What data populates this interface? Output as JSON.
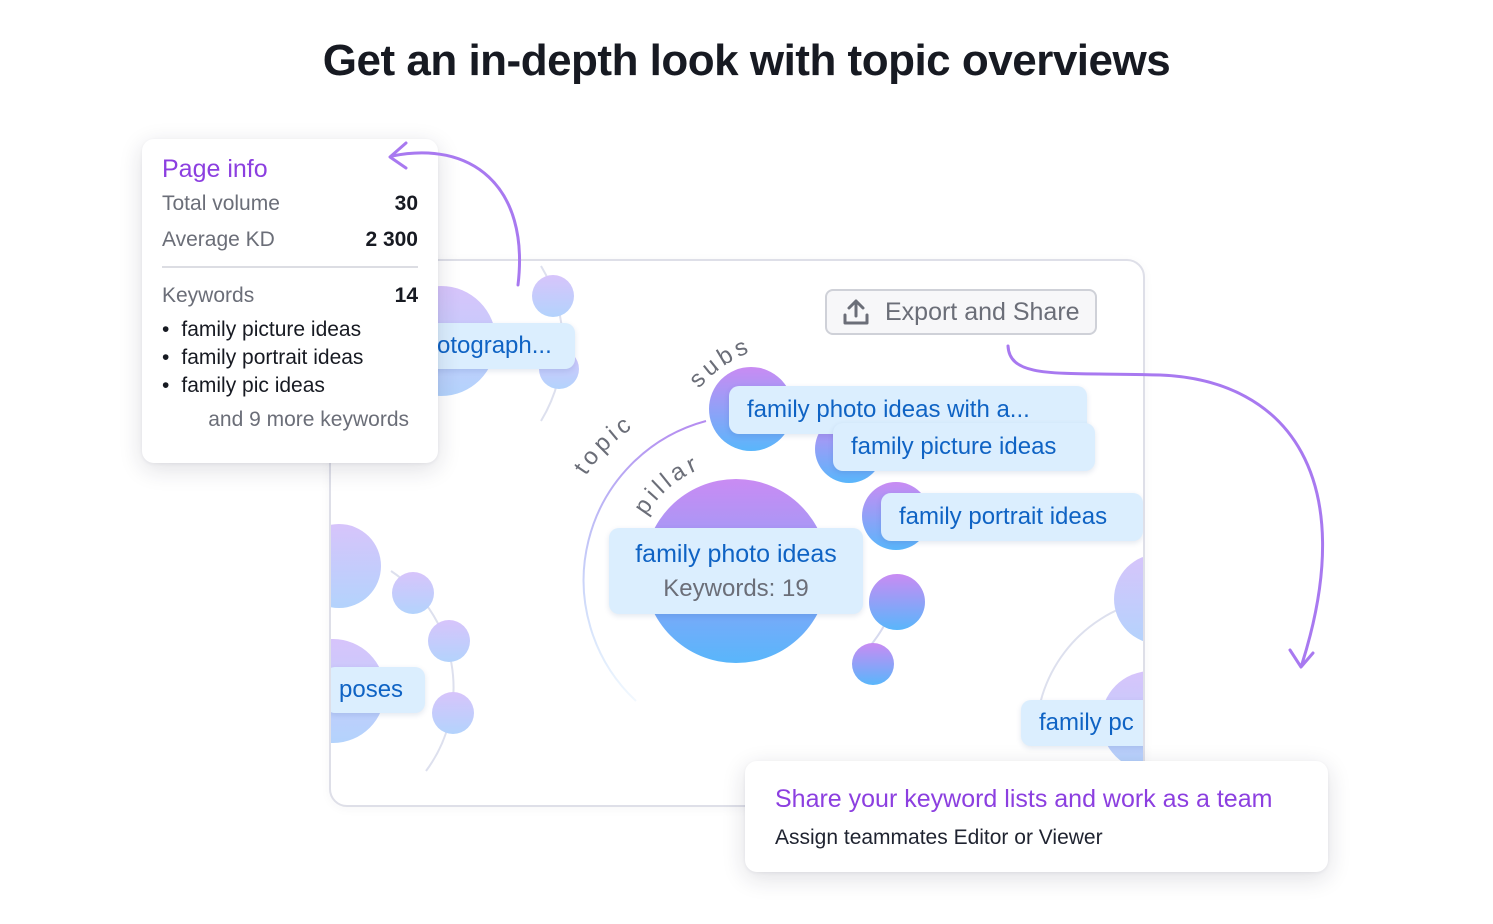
{
  "headline": "Get an in-depth look with topic overviews",
  "colors": {
    "accent_purple": "#8c3fe0",
    "link_blue": "#0f63c4",
    "label_bg": "#dbeefe",
    "bubble_gradient_top": "#c58bf2",
    "bubble_gradient_bottom": "#5ab4fb"
  },
  "map": {
    "export_button": {
      "label": "Export and Share",
      "icon": "upload-icon"
    },
    "arc_labels": {
      "topic": "topic",
      "subs": "subs",
      "pillar": "pillar"
    },
    "pillar": {
      "title": "family photo ideas",
      "keywords": "Keywords: 19"
    },
    "nodes": [
      {
        "label": "family photo ideas with a..."
      },
      {
        "label": "family picture ideas"
      },
      {
        "label": "family portrait ideas"
      },
      {
        "label": "otograph..."
      },
      {
        "label": "poses"
      },
      {
        "label": "family pc"
      }
    ]
  },
  "page_info": {
    "title": "Page info",
    "rows": [
      {
        "label": "Total volume",
        "value": "30"
      },
      {
        "label": "Average KD",
        "value": "2 300"
      }
    ],
    "keywords_label": "Keywords",
    "keywords_count": "14",
    "keywords": [
      "family picture ideas",
      "family portrait ideas",
      "family pic ideas"
    ],
    "more": "and 9 more keywords"
  },
  "share": {
    "title": "Share your keyword lists and work as a team",
    "subtitle": "Assign teammates Editor or Viewer"
  }
}
